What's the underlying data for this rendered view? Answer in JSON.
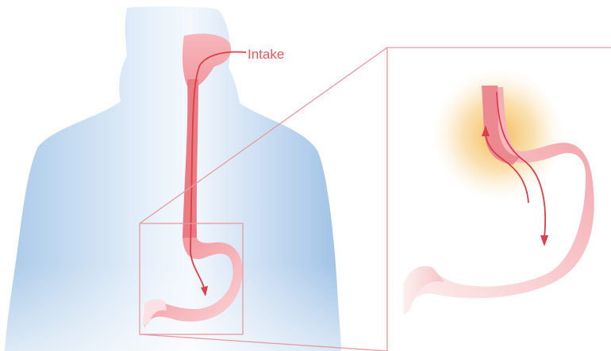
{
  "diagram": {
    "intake_label": "Intake",
    "colors": {
      "body_blue": "#a9c9e8",
      "body_blue_light": "#e6f0fa",
      "tract_red": "#e87d84",
      "tract_pink": "#f4b6bb",
      "arrow_red": "#e0464f",
      "frame_line": "#e69aa0",
      "reflux_glow": "#f6c15a"
    },
    "icons": [
      "human-torso",
      "esophagus",
      "stomach",
      "zoom-callout",
      "reflux-glow"
    ]
  }
}
